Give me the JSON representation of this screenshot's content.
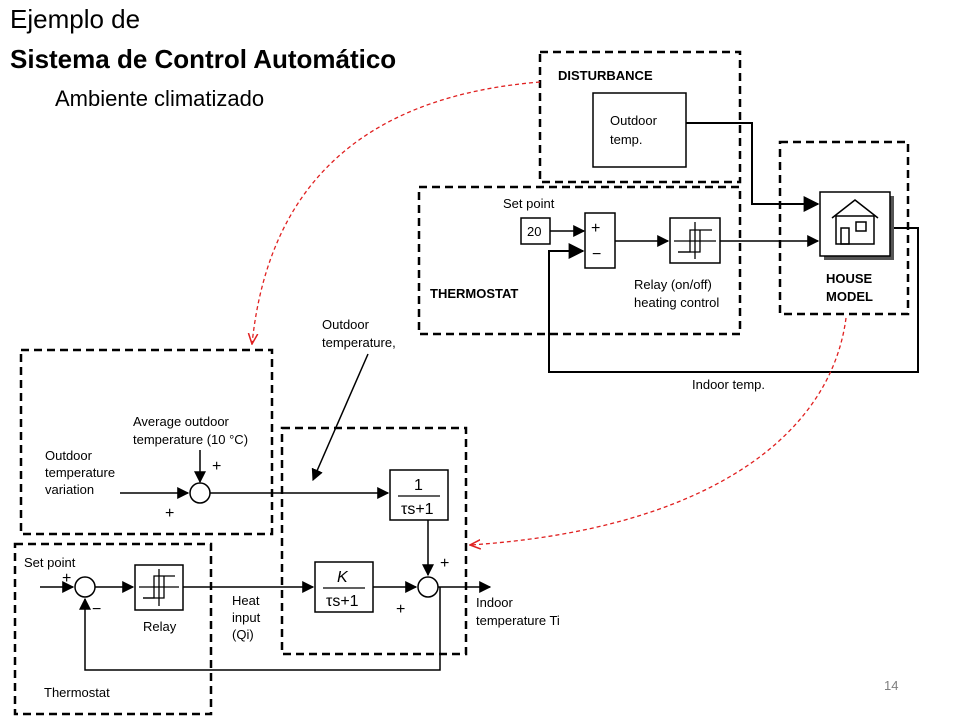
{
  "title": {
    "line1": "Ejemplo de",
    "line2": "Sistema de Control Automático",
    "line3": "Ambiente climatizado"
  },
  "page_number": "14",
  "top_diagram": {
    "disturbance_label": "DISTURBANCE",
    "outdoor_temp_1": "Outdoor",
    "outdoor_temp_2": "temp.",
    "thermostat_label": "THERMOSTAT",
    "set_point_label": "Set point",
    "set_point_value": "20",
    "sum_plus": "+",
    "sum_minus": "−",
    "relay_1": "Relay (on/off)",
    "relay_2": "heating control",
    "house_1": "HOUSE",
    "house_2": "MODEL",
    "indoor_temp": "Indoor temp."
  },
  "bottom_diagram": {
    "outdoor_temperature_1": "Outdoor",
    "outdoor_temperature_2": "temperature,",
    "avg_outdoor_1": "Average outdoor",
    "avg_outdoor_2": "temperature (10 °C)",
    "variation_1": "Outdoor",
    "variation_2": "temperature",
    "variation_3": "variation",
    "plus_top": "+",
    "plus_left": "+",
    "tf1_num": "1",
    "tf1_den": "τs+1",
    "tf2_num": "K",
    "tf2_den": "τs+1",
    "set_point_label": "Set point",
    "sp_plus": "+",
    "sp_minus": "−",
    "relay_label": "Relay",
    "heat_1": "Heat",
    "heat_2": "input",
    "heat_3": "(Qi)",
    "sum2_plus_top": "+",
    "sum2_plus_bottom": "+",
    "indoor_1": "Indoor",
    "indoor_2": "temperature Ti",
    "thermostat_label": "Thermostat"
  }
}
